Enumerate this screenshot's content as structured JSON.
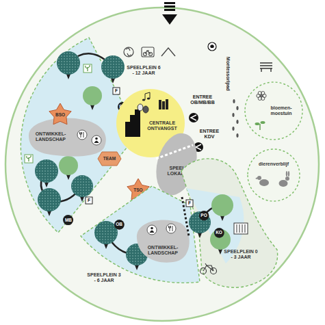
{
  "diagram": {
    "nodes": [
      {
        "text": [
          "SPEELPLEIN 6 - 12 JAAR"
        ]
      },
      {
        "text": [
          "ONTWIKKEL- LANDSCHAP"
        ],
        "in": 0
      },
      {
        "text": [
          "BSO"
        ],
        "in": 0
      },
      {
        "text": [
          "F"
        ],
        "in": 0
      },
      {
        "text": [
          "BB"
        ],
        "in": 0
      },
      {
        "text": [
          "F"
        ],
        "in": 0
      },
      {
        "text": [
          "MB"
        ],
        "in": 0
      },
      {
        "text": [
          "TEAM"
        ]
      },
      {
        "text": [
          "CENTRALE ONTVANGST"
        ]
      },
      {
        "text": [
          "SPEEL LOKAAL"
        ]
      },
      {
        "text": [
          "TSO"
        ]
      },
      {
        "text": [
          "SPEELPLEIN 3 - 6 JAAR"
        ]
      },
      {
        "text": [
          "OB"
        ],
        "in": 11
      },
      {
        "text": [
          "ONTWIKKEL- LANDSCHAP"
        ],
        "in": 11
      },
      {
        "text": [
          "SPEELPLEIN 0 - 3 JAAR"
        ]
      },
      {
        "text": [
          "F"
        ],
        "in": 14
      },
      {
        "text": [
          "PO"
        ],
        "in": 14
      },
      {
        "text": [
          "KO"
        ],
        "in": 14
      },
      {
        "text": [
          "bloemen- moestuin"
        ]
      },
      {
        "text": [
          "dierenverblijf"
        ]
      }
    ],
    "labels": [
      "ENTREE OB/MB/BB",
      "ENTREE KDV",
      "Montessoripad"
    ]
  }
}
